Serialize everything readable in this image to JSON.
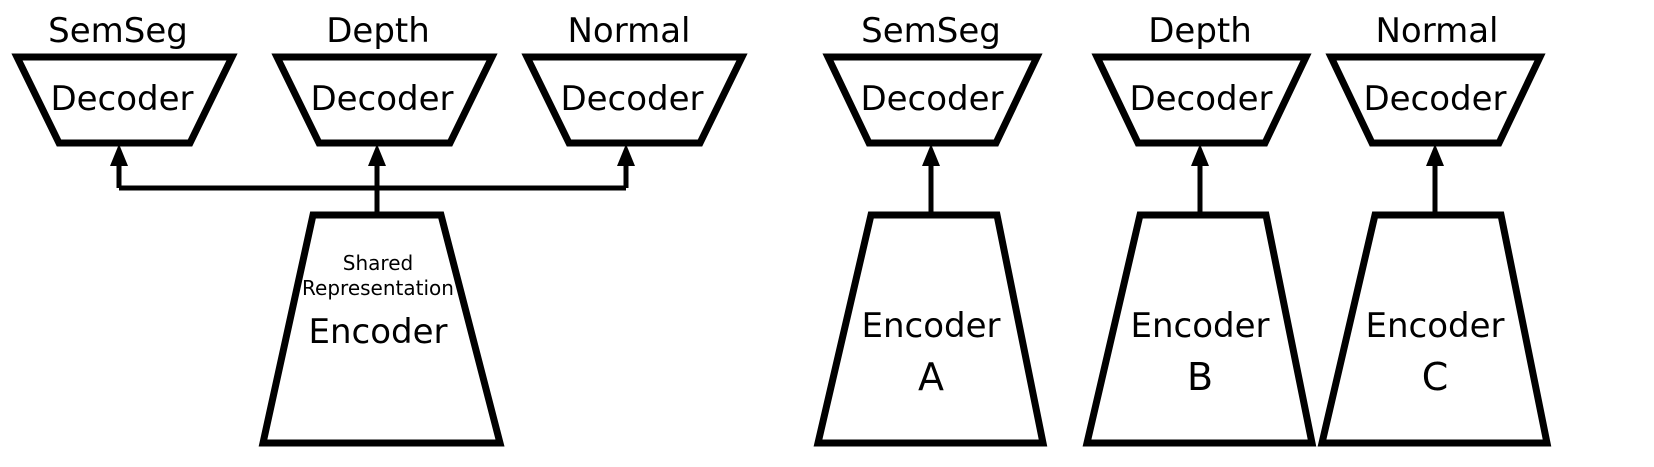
{
  "figure": {
    "type": "diagram",
    "kind": "block-diagram",
    "description": "Comparison of a multi-task shared-encoder architecture (left) and three independent single-task encoder-decoder architectures (right)",
    "background_color": "#ffffff",
    "line_color": "#000000"
  },
  "panels": [
    {
      "id": "shared-encoder-panel",
      "name": "multi-task-shared-encoder",
      "encoders": [
        {
          "id": "shared-encoder",
          "label": "Encoder",
          "sublabel_line1": "Shared",
          "sublabel_line2": "Representation"
        }
      ],
      "decoders": [
        {
          "id": "decoder-semseg",
          "task": "SemSeg",
          "label": "Decoder"
        },
        {
          "id": "decoder-depth",
          "task": "Depth",
          "label": "Decoder"
        },
        {
          "id": "decoder-normal",
          "task": "Normal",
          "label": "Decoder"
        }
      ],
      "connections": [
        {
          "from": "shared-encoder",
          "to": "decoder-semseg",
          "style": "arrow"
        },
        {
          "from": "shared-encoder",
          "to": "decoder-depth",
          "style": "arrow"
        },
        {
          "from": "shared-encoder",
          "to": "decoder-normal",
          "style": "arrow"
        }
      ]
    },
    {
      "id": "separate-encoders-panel",
      "name": "single-task-separate-encoders",
      "pairs": [
        {
          "id": "pair-a",
          "task": "SemSeg",
          "decoder_label": "Decoder",
          "encoder_label": "Encoder",
          "encoder_letter": "A"
        },
        {
          "id": "pair-b",
          "task": "Depth",
          "decoder_label": "Decoder",
          "encoder_label": "Encoder",
          "encoder_letter": "B"
        },
        {
          "id": "pair-c",
          "task": "Normal",
          "decoder_label": "Decoder",
          "encoder_label": "Encoder",
          "encoder_letter": "C"
        }
      ],
      "connections": [
        {
          "from": "pair-a.encoder",
          "to": "pair-a.decoder",
          "style": "arrow"
        },
        {
          "from": "pair-b.encoder",
          "to": "pair-b.decoder",
          "style": "arrow"
        },
        {
          "from": "pair-c.encoder",
          "to": "pair-c.decoder",
          "style": "arrow"
        }
      ]
    }
  ]
}
